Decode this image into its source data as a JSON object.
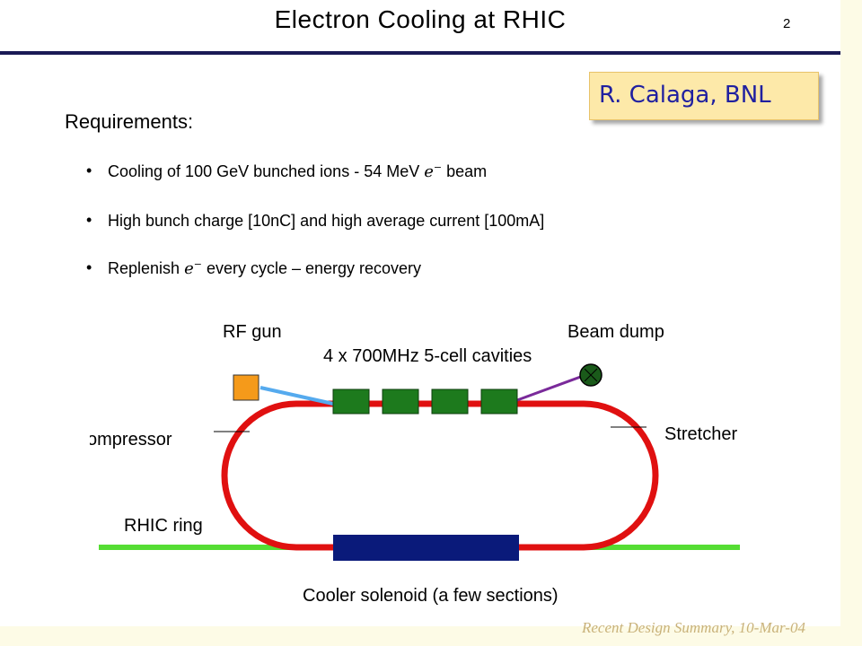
{
  "slide": {
    "title": "Electron Cooling at RHIC",
    "page_number": "2",
    "author": "R. Calaga, BNL",
    "footer": "Recent Design Summary, 10-Mar-04"
  },
  "requirements": {
    "heading": "Requirements:",
    "bullets": [
      {
        "before": "Cooling of 100 GeV bunched ions - 54 MeV ",
        "math_base": "e",
        "math_sup": "−",
        "after": " beam"
      },
      {
        "before": "High bunch charge [10nC] and high average current [100mA]",
        "math_base": "",
        "math_sup": "",
        "after": ""
      },
      {
        "before": "Replenish ",
        "math_base": "e",
        "math_sup": "−",
        "after": " every cycle – energy recovery"
      }
    ]
  },
  "diagram": {
    "labels": {
      "rf_gun": "RF gun",
      "beam_dump": "Beam dump",
      "cavities": "4 x 700MHz 5-cell cavities",
      "compressor": "compressor",
      "stretcher": "Stretcher",
      "rhic_ring": "RHIC ring",
      "cooler_solenoid": "Cooler solenoid (a few sections)"
    },
    "cavity_count": 4,
    "colors": {
      "ring": "#e01010",
      "cavity": "#1d7a1d",
      "rhic_line": "#55dd33",
      "solenoid": "#0a1a7a",
      "rf_gun": "#f59a1a",
      "injection_line": "#55aaee",
      "dump_line": "#7a2a9a",
      "beam_dump": "#1a5a1a"
    }
  }
}
